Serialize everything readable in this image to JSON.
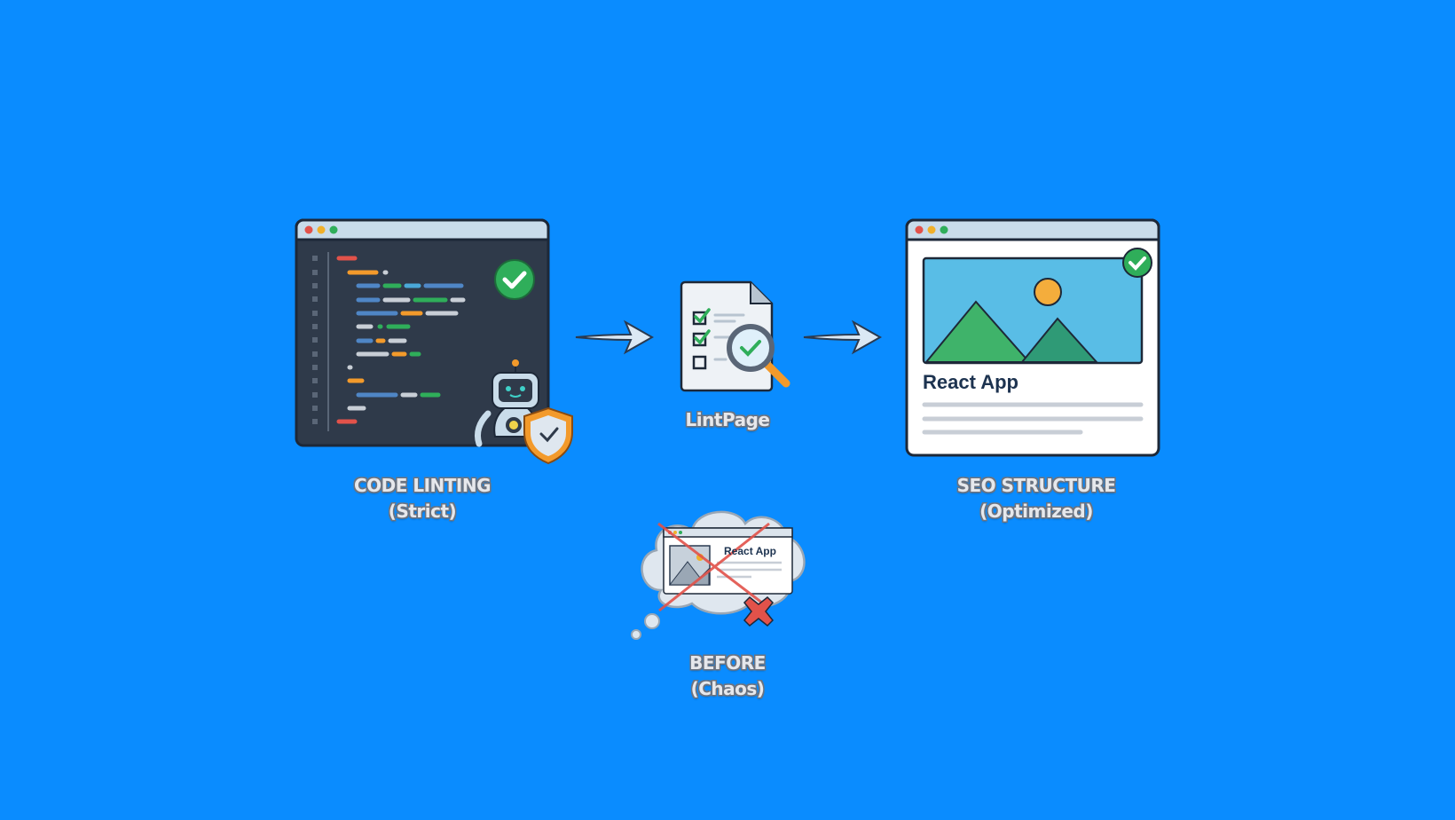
{
  "stages": {
    "code_linting": {
      "title": "CODE LINTING",
      "subtitle": "(Strict)"
    },
    "lintpage": {
      "title": "LintPage"
    },
    "seo": {
      "title": "SEO STRUCTURE",
      "subtitle": "(Optimized)",
      "app_title": "React App"
    },
    "before": {
      "title": "BEFORE",
      "subtitle": "(Chaos)",
      "app_title": "React App"
    }
  },
  "colors": {
    "background": "#0a8cff",
    "editor": "#2f3a4a",
    "check": "#2fae5a",
    "accent": "#f39a2b",
    "error": "#e2524a"
  }
}
